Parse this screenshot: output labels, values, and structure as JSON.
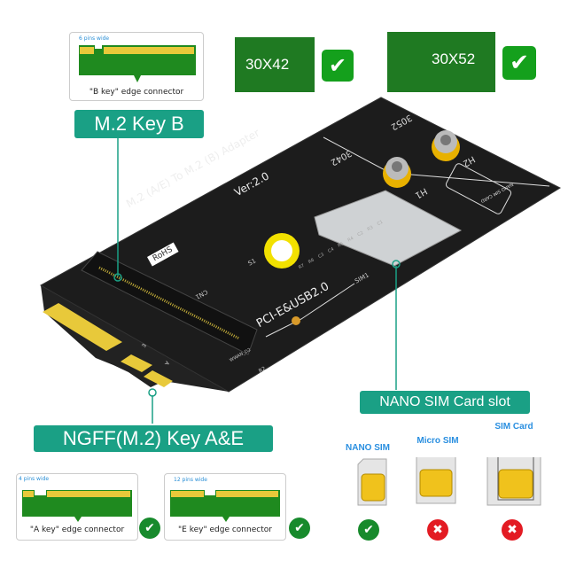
{
  "b_key_card": {
    "pins_note": "6 pins wide",
    "caption": "\"B key\"  edge connector"
  },
  "module_30x42": {
    "label": "30X42",
    "status": "supported"
  },
  "module_30x52": {
    "label": "30X52",
    "status": "supported"
  },
  "label_key_b": "M.2 Key B",
  "label_key_ae": "NGFF(M.2) Key A&E",
  "label_sim_slot": "NANO SIM Card slot",
  "board": {
    "title_line1": "M.2 (A/E) To M.2 (B) Adapter",
    "title_line2": "Ver:2.0",
    "rohs": "RoHS",
    "interface": "PCI-E&USB2.0",
    "cn1": "CN1",
    "s1": "S1",
    "sim1": "SIM1",
    "size_3042": "3042",
    "size_3052": "3052",
    "h1": "H1",
    "h2": "H2",
    "sim_hint": "NANO SIM CARD",
    "led": "WWAN_D2",
    "r2": "R2",
    "key_e": "E",
    "key_a": "A",
    "components": [
      "R7",
      "R6",
      "C3",
      "C4",
      "R5",
      "R4",
      "C2",
      "R3",
      "C1"
    ]
  },
  "a_key_card": {
    "pins_note": "4 pins wide",
    "caption": "\"A key\"  edge connector",
    "status": "supported"
  },
  "e_key_card": {
    "pins_note": "12 pins wide",
    "caption": "\"E key\"  edge connector",
    "status": "supported"
  },
  "sim_types": [
    {
      "label": "NANO SIM",
      "status": "supported"
    },
    {
      "label": "Micro SIM",
      "status": "not-supported"
    },
    {
      "label": "SIM Card",
      "status": "not-supported"
    }
  ],
  "colors": {
    "teal": "#1aa085",
    "pcb_green": "#1f7a22",
    "gold": "#e8c93a",
    "ok": "#178a2c",
    "bad": "#e31b23",
    "sim_blue": "#2a8fe0"
  }
}
